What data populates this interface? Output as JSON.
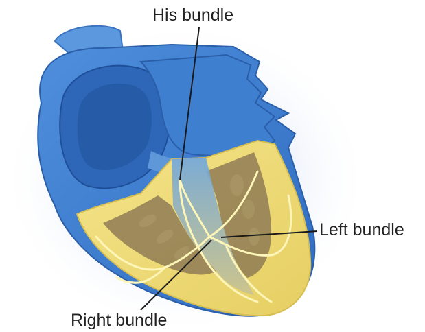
{
  "labels": {
    "his_bundle": "His bundle",
    "left_bundle": "Left bundle",
    "right_bundle": "Right bundle"
  },
  "colors": {
    "myocardium_blue": "#3d7fd0",
    "atria_dark_blue": "#2e66b8",
    "ventricle_yellow": "#efdc79",
    "ventricle_cavity_brown": "#8f7b55",
    "conduction_fiber": "#fdf6b8",
    "leader_line": "#1a1a1a",
    "label_text": "#222222"
  }
}
